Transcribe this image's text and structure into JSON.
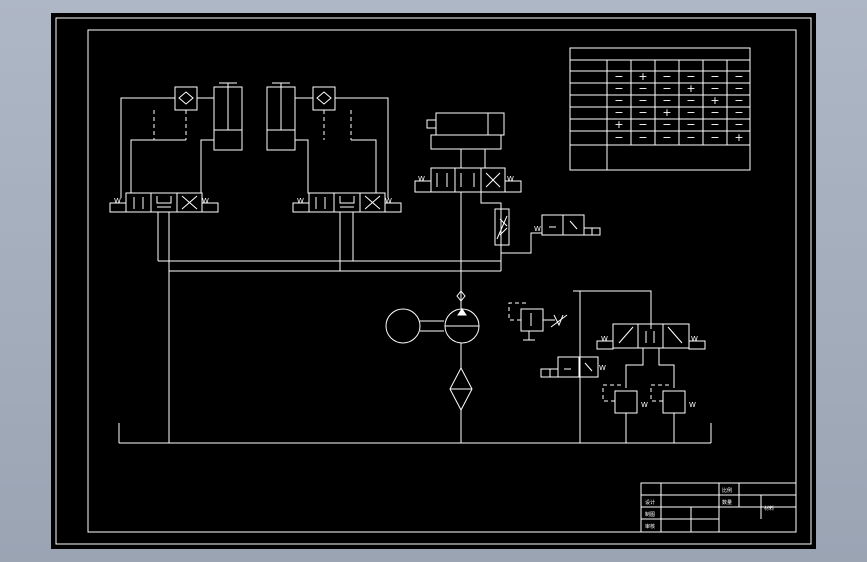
{
  "drawing": {
    "colors": {
      "background": "#000000",
      "line": "#ffffff",
      "window": "#a7b0be"
    },
    "spring_label": "W",
    "action_table": {
      "rows": [
        [
          "−",
          "+",
          "−",
          "−",
          "−",
          "−"
        ],
        [
          "−",
          "−",
          "−",
          "+",
          "−",
          "−"
        ],
        [
          "−",
          "−",
          "−",
          "−",
          "+",
          "−"
        ],
        [
          "−",
          "−",
          "+",
          "−",
          "−",
          "−"
        ],
        [
          "+",
          "−",
          "−",
          "−",
          "−",
          "−"
        ],
        [
          "−",
          "−",
          "−",
          "−",
          "−",
          "+"
        ]
      ]
    },
    "title_block": {
      "drawn_label": "制图",
      "checked_label": "审核",
      "design_label": "设计",
      "ratio_label": "比例",
      "material_label": "材料",
      "qty_label": "数量"
    },
    "icons": [
      "hydraulic-pump-icon",
      "electric-motor-icon",
      "filter-icon",
      "relief-valve-icon",
      "throttle-valve-icon",
      "solenoid-valve-icon",
      "hydraulic-cylinder-icon",
      "check-valve-icon"
    ]
  }
}
